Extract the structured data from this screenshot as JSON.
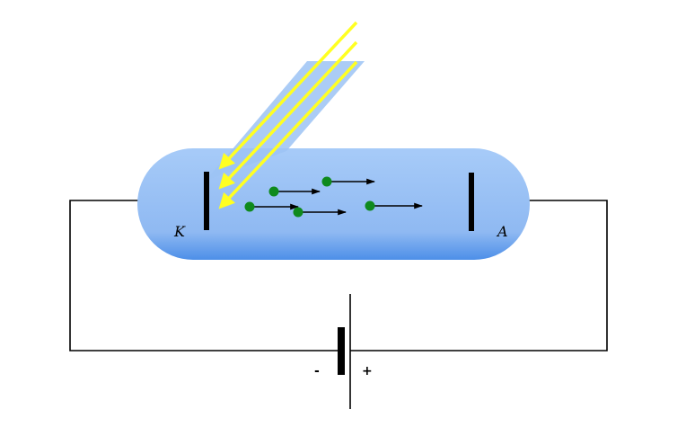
{
  "labels": {
    "cathode": "K",
    "anode": "A",
    "battery_negative": "-",
    "battery_positive": "+"
  },
  "colors": {
    "tube": "#93bdf5",
    "tube_edge": "#5e96ea",
    "light_band": "#9cc3f4",
    "light_ray": "#ffff22",
    "electron": "#0f8a1d",
    "wire": "#000000"
  },
  "icons": {
    "light_ray": "arrow-icon",
    "electron": "dot-icon",
    "electron_motion": "arrow-right-icon"
  },
  "electron_count": 5,
  "light_ray_count": 3
}
